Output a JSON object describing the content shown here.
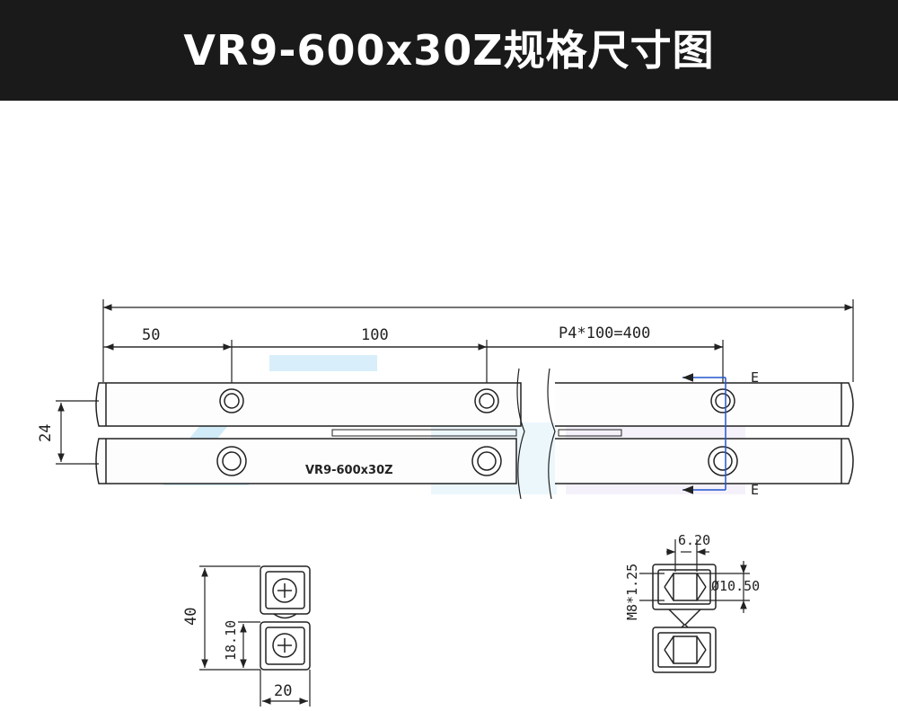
{
  "header": {
    "title": "VR9-600x30Z规格尺寸图"
  },
  "colors": {
    "header_bg": "#1a1a1a",
    "line": "#222222",
    "arrow_blue": "#2255cc",
    "watermark": "#7ec7ee"
  },
  "dimensions": {
    "offset_first_hole": "50",
    "hole_spacing": "100",
    "pitch_note": "P4*100=400",
    "rail_gap": "24",
    "section_height": "40",
    "section_half": "18.10",
    "section_width": "20",
    "counterbore_depth": "6.20",
    "thread": "M8*1.25",
    "counterbore_dia": "Ø10.50"
  },
  "rail_label": "VR9-600x30Z",
  "section_marks": {
    "top": "E",
    "bottom": "E"
  }
}
